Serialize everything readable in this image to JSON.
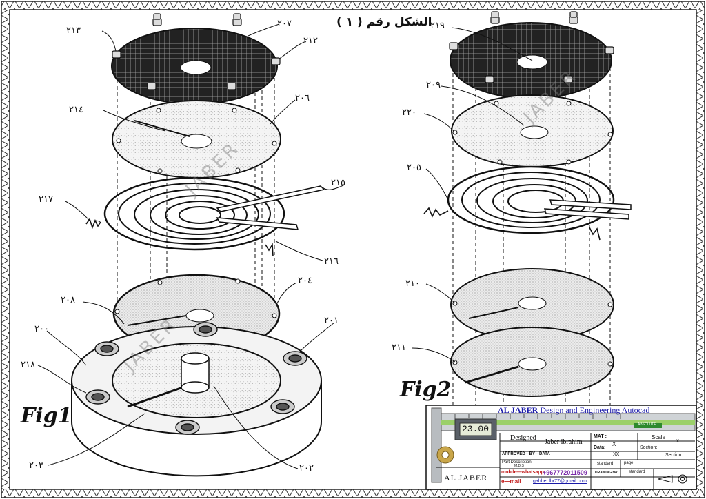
{
  "title": "الشكل رقم ( ١ )",
  "figures": {
    "fig1": "Fig1",
    "fig2": "Fig2"
  },
  "watermark": "JABER",
  "labels": {
    "l213": "٢١٣",
    "l207": "٢٠٧",
    "l212": "٢١٢",
    "l214": "٢١٤",
    "l206": "٢٠٦",
    "l217": "٢١٧",
    "l215": "٢١٥",
    "l216": "٢١٦",
    "l204": "٢٠٤",
    "l208": "٢٠٨",
    "l200": "٢٠٠",
    "l201": "٢٠١",
    "l218": "٢١٨",
    "l203": "٢٠٣",
    "l202": "٢٠٢",
    "l219": "٢١٩",
    "l209": "٢٠٩",
    "l220": "٢٢٠",
    "l205": "٢٠٥",
    "l210": "٢١٠",
    "l211": "٢١١"
  },
  "title_block": {
    "company": "AL JABER",
    "company_rest": "Design and Engineering Autocad",
    "caliper_reading": "23.00",
    "designed_label": "Designed",
    "designer": "Jaber ibrahim",
    "approved": "APPROVED—BY—DATA",
    "part_desc": "Part Description:",
    "part_value": "M.D.S",
    "mobile_label": "mobile—whatsapp",
    "phone": "+967772011509",
    "email_label": "e—mail",
    "email": "gabber.lbr77@gmail.com",
    "logo_text": "AL JABER",
    "mat_label": "MAT :",
    "mat_value": "X",
    "scale_label": "Scale",
    "scale_value": "x",
    "date_label": "Data:",
    "date_value": "XX",
    "section_label": "Section:",
    "section_label2": "Section:",
    "standard": "standard",
    "page": "page",
    "drawing_no_label": "DRAWING No:",
    "drawing_no_value": "standard",
    "brand_mark": "ABSOLUTE"
  },
  "colors": {
    "line": "#111111",
    "accent_blue": "#1a1aa8",
    "accent_green": "#1e8a1e",
    "accent_purple": "#7a2aa8",
    "accent_red": "#c01818"
  }
}
